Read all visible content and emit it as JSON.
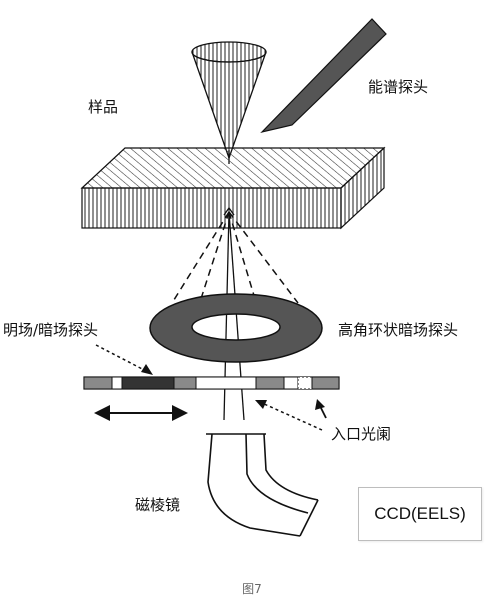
{
  "labels": {
    "sample": "样品",
    "eds_detector": "能谱探头",
    "bf_df_detector": "明场/暗场探头",
    "haadf_detector": "高角环状暗场探头",
    "entrance_aperture": "入口光阑",
    "magnetic_prism": "磁棱镜",
    "ccd_eels": "CCD(EELS)"
  },
  "caption": "图7",
  "colors": {
    "ring_fill": "#555555",
    "ink": "#111111",
    "hatch": "#333333"
  }
}
